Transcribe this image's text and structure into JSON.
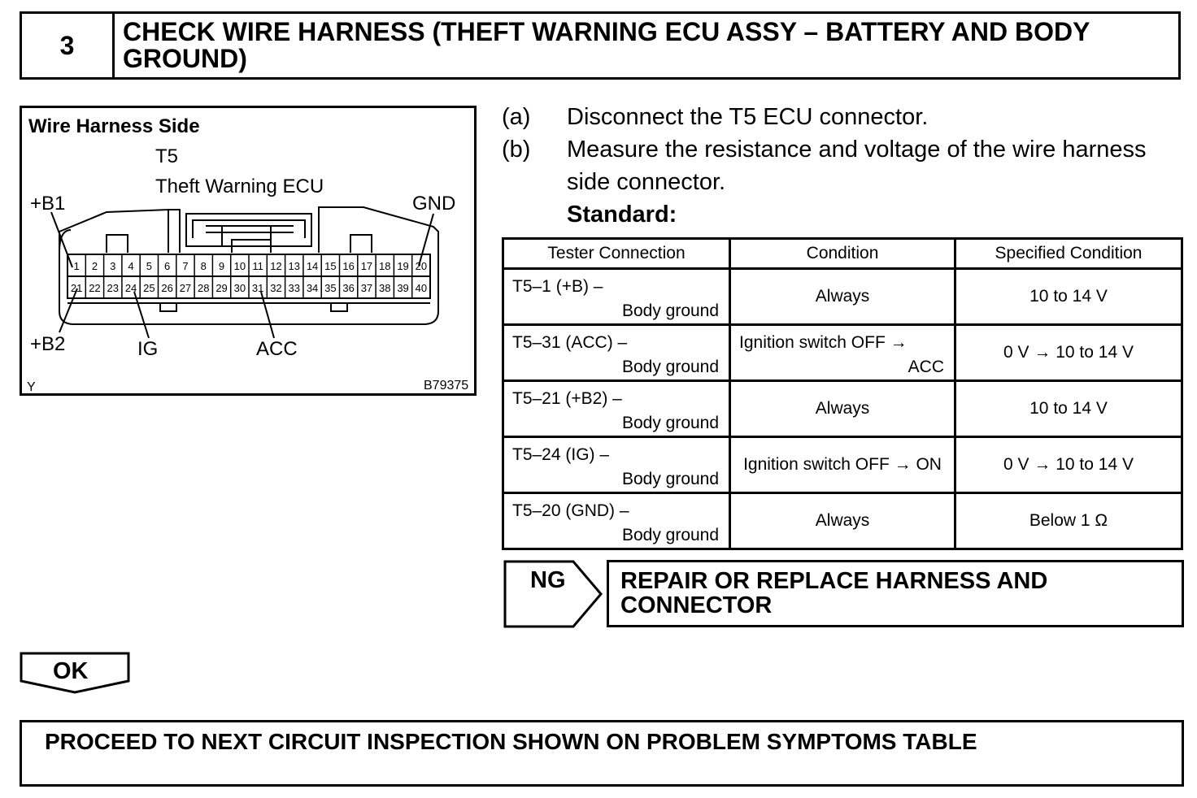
{
  "header": {
    "step_number": "3",
    "title_line1": "CHECK WIRE HARNESS (THEFT WARNING ECU ASSY – BATTERY AND BODY",
    "title_line2": "GROUND)"
  },
  "diagram": {
    "heading": "Wire Harness Side",
    "connector_id": "T5",
    "connector_name": "Theft Warning ECU",
    "pins_top": [
      "1",
      "2",
      "3",
      "4",
      "5",
      "6",
      "7",
      "8",
      "9",
      "10",
      "11",
      "12",
      "13",
      "14",
      "15",
      "16",
      "17",
      "18",
      "19",
      "20"
    ],
    "pins_bottom": [
      "21",
      "22",
      "23",
      "24",
      "25",
      "26",
      "27",
      "28",
      "29",
      "30",
      "31",
      "32",
      "33",
      "34",
      "35",
      "36",
      "37",
      "38",
      "39",
      "40"
    ],
    "labels": {
      "b1": "+B1",
      "gnd": "GND",
      "b2": "+B2",
      "ig": "IG",
      "acc": "ACC"
    },
    "corner_code": "Y",
    "figure_code": "B79375"
  },
  "steps": [
    {
      "label": "(a)",
      "line1": "Disconnect the T5 ECU connector.",
      "line2": ""
    },
    {
      "label": "(b)",
      "line1": "Measure the resistance and voltage of the wire harness",
      "line2": "side connector."
    }
  ],
  "standard_label": "Standard:",
  "table": {
    "headers": [
      "Tester Connection",
      "Condition",
      "Specified Condition"
    ],
    "rows": [
      {
        "tester1": "T5–1 (+B) –",
        "tester2": "Body ground",
        "cond1": "Always",
        "cond2": "",
        "spec": "10 to 14 V"
      },
      {
        "tester1": "T5–31 (ACC) –",
        "tester2": "Body ground",
        "cond1": "Ignition switch OFF →",
        "cond2": "ACC",
        "spec": "0 V → 10 to 14 V"
      },
      {
        "tester1": "T5–21 (+B2) –",
        "tester2": "Body ground",
        "cond1": "Always",
        "cond2": "",
        "spec": "10 to 14 V"
      },
      {
        "tester1": "T5–24 (IG) –",
        "tester2": "Body ground",
        "cond1": "Ignition switch OFF → ON",
        "cond2": "",
        "spec": "0 V → 10 to 14 V"
      },
      {
        "tester1": "T5–20 (GND) –",
        "tester2": "Body ground",
        "cond1": "Always",
        "cond2": "",
        "spec": "Below 1 Ω"
      }
    ]
  },
  "ng": {
    "label": "NG",
    "action_line1": "REPAIR OR REPLACE HARNESS AND",
    "action_line2": "CONNECTOR"
  },
  "ok": {
    "label": "OK"
  },
  "footer": {
    "text": "PROCEED TO NEXT CIRCUIT INSPECTION SHOWN ON PROBLEM SYMPTOMS TABLE"
  }
}
